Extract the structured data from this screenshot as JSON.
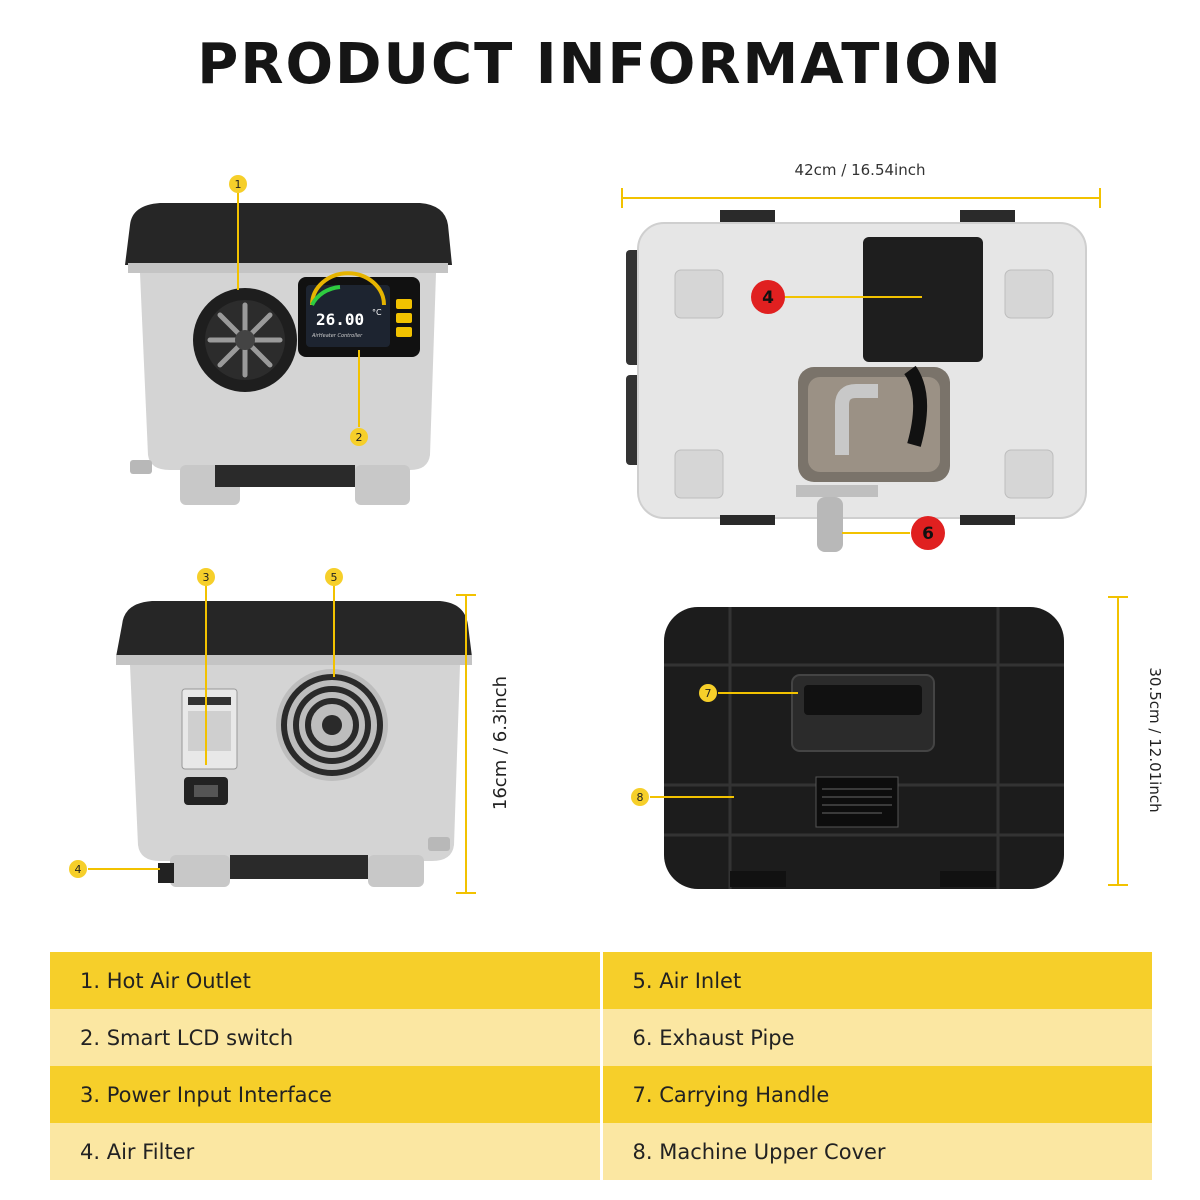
{
  "title": "PRODUCT INFORMATION",
  "dimensions": {
    "width_top": "42cm / 16.54inch",
    "height_front": "16cm / 6.3inch",
    "height_case": "30.5cm / 12.01inch"
  },
  "callouts": [
    "1",
    "2",
    "3",
    "4",
    "5",
    "6",
    "7",
    "8"
  ],
  "display": {
    "temperature": "26.00",
    "unit": "°C",
    "brand": "AirHeater Controller"
  },
  "parts": [
    {
      "label": "1. Hot Air Outlet"
    },
    {
      "label": "5. Air Inlet"
    },
    {
      "label": "2. Smart LCD switch"
    },
    {
      "label": "6. Exhaust Pipe"
    },
    {
      "label": "3. Power Input Interface"
    },
    {
      "label": "7. Carrying Handle"
    },
    {
      "label": "4. Air Filter"
    },
    {
      "label": "8. Machine Upper Cover"
    }
  ],
  "colors": {
    "accent_yellow": "#f6cf2a",
    "light_yellow": "#fbe7a2",
    "badge_red": "#e02020",
    "body_gray": "#d5d5d5",
    "case_black": "#1c1c1c"
  }
}
